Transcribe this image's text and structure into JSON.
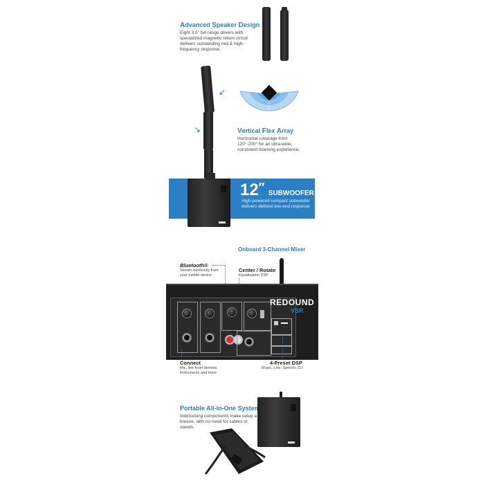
{
  "speaker_design": {
    "title_parts": [
      "A",
      "dvanced ",
      "S",
      "peaker ",
      "D",
      "esign"
    ],
    "body": "Eight 3.5\" full range drivers with specialized magnetic return circuit delivers outstanding mid & high-frequency response."
  },
  "flex_array": {
    "title_parts": [
      "V",
      "ertical ",
      "F",
      "lex ",
      "A",
      "rray"
    ],
    "body": "Horizontal coverage from 120°-200° for an ultra-wide, consistent listening experience."
  },
  "subwoofer": {
    "size": "12",
    "quote": "″",
    "label": "SUBWOOFER",
    "body": "High-powered compact subwoofer delivers defined low-end response",
    "banner_color": "#2b7fc4"
  },
  "mixer": {
    "title": "Onboard 3-Channel Mixer",
    "bluetooth_title": "Bluetooth®",
    "bluetooth_body": "Stream wirelessly from your mobile device",
    "center_title": "Center / Rotate",
    "center_body": "Equalization DSP",
    "brand": "REDOUND",
    "model": "VSR",
    "connect_title": "Connect",
    "connect_body": "Mic, line level devices, instruments and more",
    "dsp_title": "4-Preset DSP",
    "dsp_body": "Music, Live, Speech, DJ"
  },
  "portable": {
    "title": "Portable All-in-One System",
    "body": "Interlocking components make setup a breeze, with no need for cables or stands."
  }
}
